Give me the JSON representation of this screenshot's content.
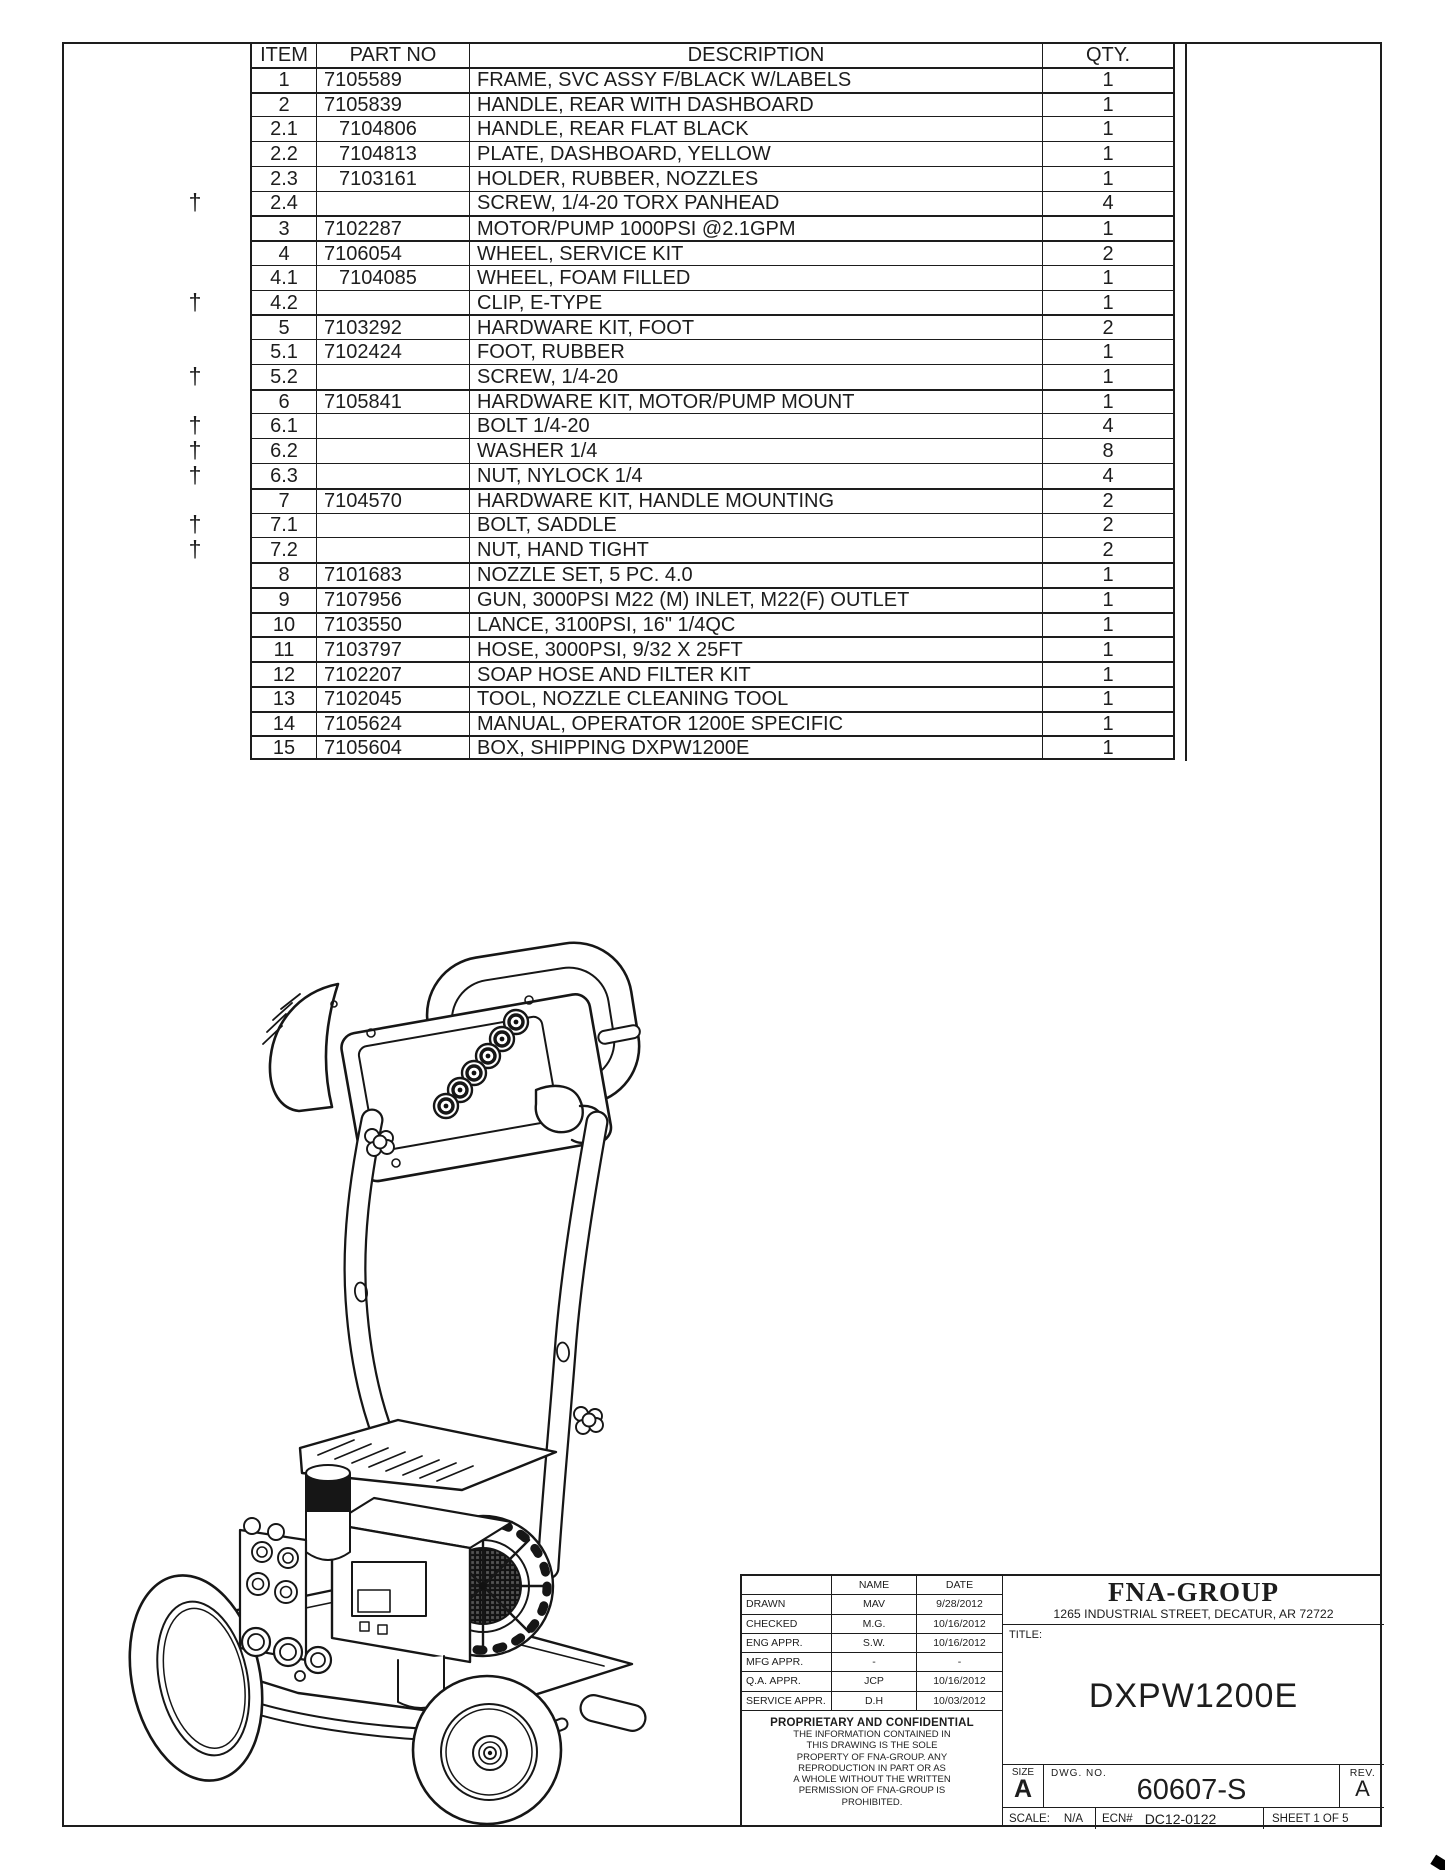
{
  "colors": {
    "ink": "#1d1d1d",
    "paper": "#ffffff"
  },
  "dagger_symbol": "†",
  "table": {
    "headers": [
      "ITEM",
      "PART NO",
      "DESCRIPTION",
      "QTY."
    ],
    "rows": [
      {
        "item": "1",
        "part": "7105589",
        "desc": "FRAME, SVC ASSY F/BLACK W/LABELS",
        "qty": "1"
      },
      {
        "item": "2",
        "part": "7105839",
        "desc": "HANDLE, REAR WITH DASHBOARD",
        "qty": "1"
      },
      {
        "item": "2.1",
        "part": "7104806",
        "desc": "HANDLE, REAR FLAT BLACK",
        "qty": "1",
        "part_indent": true
      },
      {
        "item": "2.2",
        "part": "7104813",
        "desc": "PLATE, DASHBOARD, YELLOW",
        "qty": "1",
        "part_indent": true
      },
      {
        "item": "2.3",
        "part": "7103161",
        "desc": "HOLDER, RUBBER, NOZZLES",
        "qty": "1",
        "part_indent": true
      },
      {
        "item": "2.4",
        "part": "",
        "desc": "SCREW, 1/4-20 TORX PANHEAD",
        "qty": "4",
        "dagger": true
      },
      {
        "item": "3",
        "part": "7102287",
        "desc": "MOTOR/PUMP 1000PSI @2.1GPM",
        "qty": "1"
      },
      {
        "item": "4",
        "part": "7106054",
        "desc": "WHEEL, SERVICE KIT",
        "qty": "2"
      },
      {
        "item": "4.1",
        "part": "7104085",
        "desc": "WHEEL, FOAM FILLED",
        "qty": "1",
        "part_indent": true
      },
      {
        "item": "4.2",
        "part": "",
        "desc": "CLIP, E-TYPE",
        "qty": "1",
        "dagger": true
      },
      {
        "item": "5",
        "part": "7103292",
        "desc": "HARDWARE KIT, FOOT",
        "qty": "2"
      },
      {
        "item": "5.1",
        "part": "7102424",
        "desc": "FOOT, RUBBER",
        "qty": "1"
      },
      {
        "item": "5.2",
        "part": "",
        "desc": "SCREW, 1/4-20",
        "qty": "1",
        "dagger": true
      },
      {
        "item": "6",
        "part": "7105841",
        "desc": "HARDWARE KIT, MOTOR/PUMP MOUNT",
        "qty": "1"
      },
      {
        "item": "6.1",
        "part": "",
        "desc": "BOLT 1/4-20",
        "qty": "4",
        "dagger": true
      },
      {
        "item": "6.2",
        "part": "",
        "desc": "WASHER 1/4",
        "qty": "8",
        "dagger": true
      },
      {
        "item": "6.3",
        "part": "",
        "desc": "NUT, NYLOCK 1/4",
        "qty": "4",
        "dagger": true
      },
      {
        "item": "7",
        "part": "7104570",
        "desc": "HARDWARE KIT, HANDLE MOUNTING",
        "qty": "2"
      },
      {
        "item": "7.1",
        "part": "",
        "desc": "BOLT, SADDLE",
        "qty": "2",
        "dagger": true
      },
      {
        "item": "7.2",
        "part": "",
        "desc": "NUT, HAND TIGHT",
        "qty": "2",
        "dagger": true
      },
      {
        "item": "8",
        "part": "7101683",
        "desc": "NOZZLE SET, 5 PC. 4.0",
        "qty": "1"
      },
      {
        "item": "9",
        "part": "7107956",
        "desc": "GUN, 3000PSI M22 (M) INLET, M22(F) OUTLET",
        "qty": "1"
      },
      {
        "item": "10",
        "part": "7103550",
        "desc": "LANCE, 3100PSI, 16\" 1/4QC",
        "qty": "1"
      },
      {
        "item": "11",
        "part": "7103797",
        "desc": "HOSE, 3000PSI, 9/32 X 25FT",
        "qty": "1"
      },
      {
        "item": "12",
        "part": "7102207",
        "desc": "SOAP HOSE AND FILTER KIT",
        "qty": "1"
      },
      {
        "item": "13",
        "part": "7102045",
        "desc": "TOOL, NOZZLE CLEANING TOOL",
        "qty": "1"
      },
      {
        "item": "14",
        "part": "7105624",
        "desc": "MANUAL, OPERATOR 1200E SPECIFIC",
        "qty": "1"
      },
      {
        "item": "15",
        "part": "7105604",
        "desc": "BOX, SHIPPING DXPW1200E",
        "qty": "1"
      }
    ]
  },
  "illustration": {
    "name": "pressure-washer-isometric-line-drawing"
  },
  "title_block": {
    "company": "FNA-GROUP",
    "address": "1265 INDUSTRIAL STREET, DECATUR, AR 72722",
    "title_label": "TITLE:",
    "title": "DXPW1200E",
    "approvals": {
      "headers": [
        "",
        "NAME",
        "DATE"
      ],
      "rows": [
        {
          "label": "DRAWN",
          "name": "MAV",
          "date": "9/28/2012"
        },
        {
          "label": "CHECKED",
          "name": "M.G.",
          "date": "10/16/2012"
        },
        {
          "label": "ENG APPR.",
          "name": "S.W.",
          "date": "10/16/2012"
        },
        {
          "label": "MFG APPR.",
          "name": "-",
          "date": "-"
        },
        {
          "label": "Q.A. APPR.",
          "name": "JCP",
          "date": "10/16/2012"
        },
        {
          "label": "SERVICE APPR.",
          "name": "D.H",
          "date": "10/03/2012"
        }
      ]
    },
    "proprietary": {
      "heading": "PROPRIETARY AND CONFIDENTIAL",
      "body_lines": [
        "THE INFORMATION CONTAINED IN",
        "THIS DRAWING IS THE SOLE",
        "PROPERTY OF FNA-GROUP.  ANY",
        "REPRODUCTION IN PART OR AS",
        "A WHOLE WITHOUT THE WRITTEN",
        "PERMISSION OF FNA-GROUP IS",
        "PROHIBITED."
      ]
    },
    "size_label": "SIZE",
    "size": "A",
    "dwg_label": "DWG.  NO.",
    "dwg_no": "60607-S",
    "rev_label": "REV.",
    "rev": "A",
    "scale_label": "SCALE:",
    "scale": "N/A",
    "ecn_label": "ECN#",
    "ecn": "DC12-0122",
    "sheet": "SHEET 1 OF 5"
  }
}
